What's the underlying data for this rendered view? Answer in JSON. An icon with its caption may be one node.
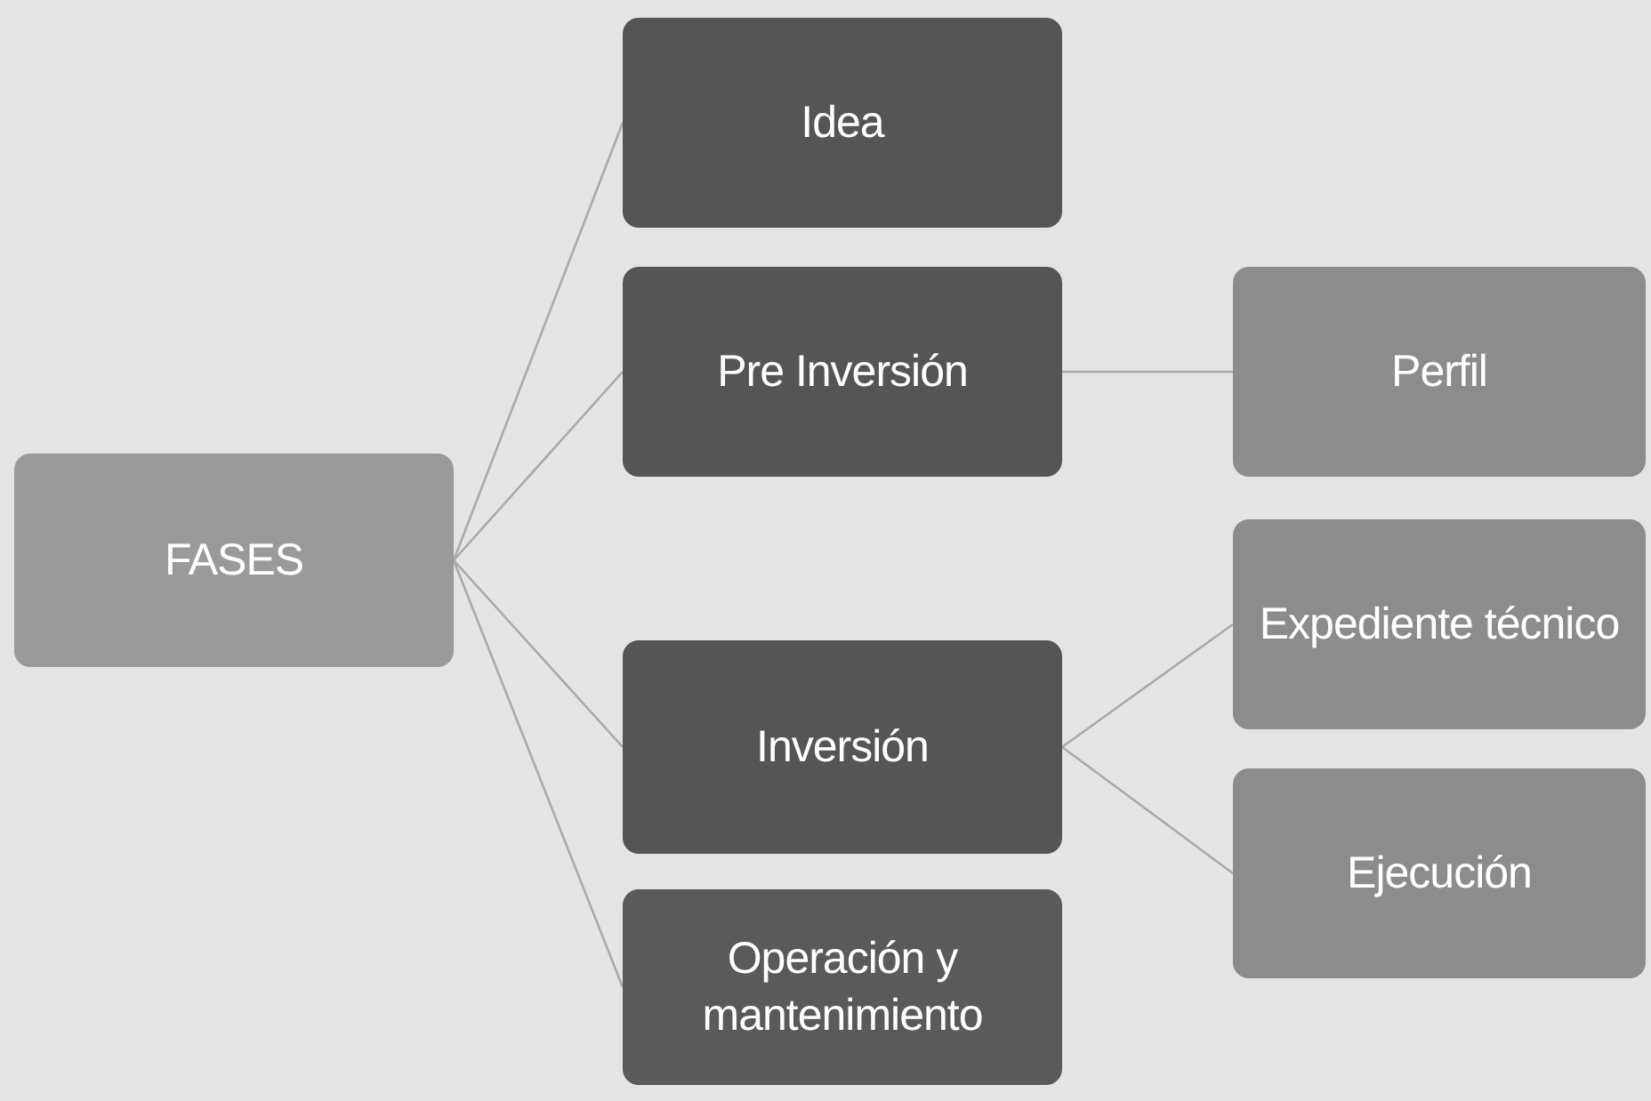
{
  "diagram": {
    "nodes": [
      {
        "text": [
          "FASES"
        ]
      },
      {
        "text": [
          "Idea"
        ]
      },
      {
        "text": [
          "Pre Inversión"
        ]
      },
      {
        "text": [
          "Inversión"
        ]
      },
      {
        "text": [
          "Operación y mantenimiento"
        ]
      },
      {
        "text": [
          "Perfil"
        ]
      },
      {
        "text": [
          "Expediente técnico"
        ]
      },
      {
        "text": [
          "Ejecución"
        ]
      }
    ],
    "edges": [
      {
        "from": 0,
        "to": 1,
        "arrow": "none"
      },
      {
        "from": 0,
        "to": 2,
        "arrow": "none"
      },
      {
        "from": 0,
        "to": 3,
        "arrow": "none"
      },
      {
        "from": 0,
        "to": 4,
        "arrow": "none"
      },
      {
        "from": 2,
        "to": 5,
        "arrow": "none"
      },
      {
        "from": 3,
        "to": 6,
        "arrow": "none"
      },
      {
        "from": 3,
        "to": 7,
        "arrow": "none"
      }
    ]
  }
}
